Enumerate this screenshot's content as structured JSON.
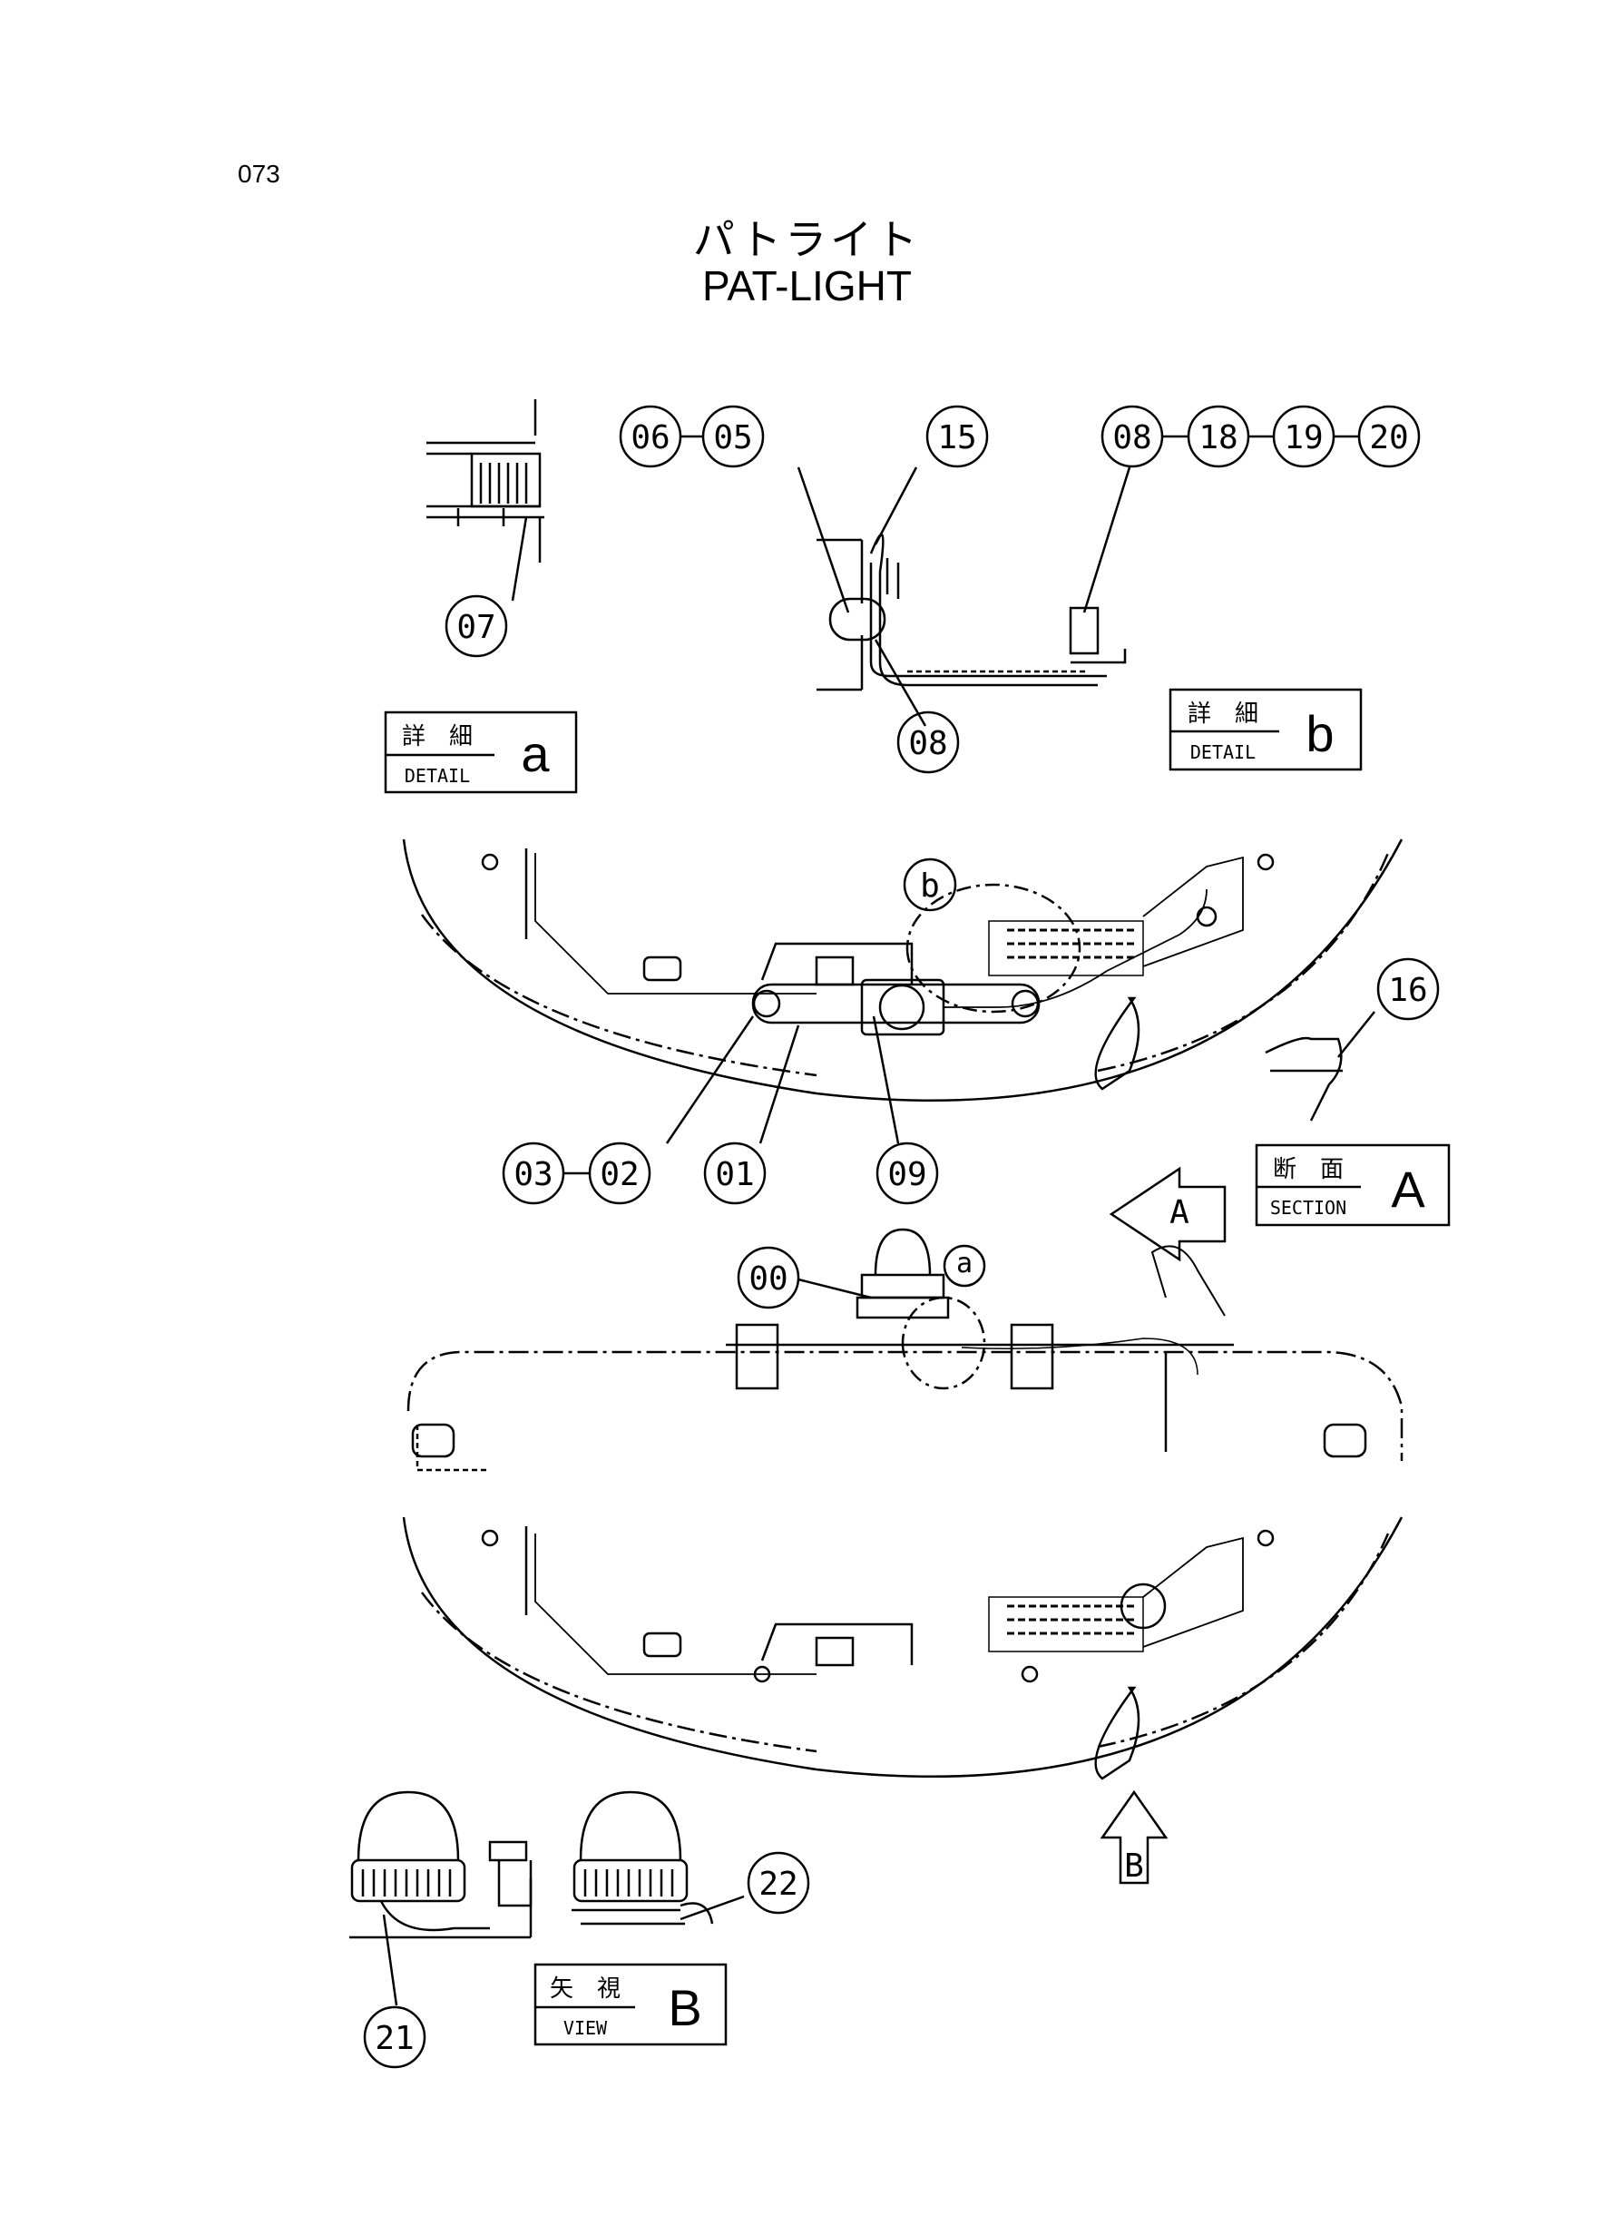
{
  "page_number": "073",
  "title": {
    "japanese": "パトライト",
    "english": "PAT-LIGHT"
  },
  "callouts": {
    "p00": "00",
    "p01": "01",
    "p02": "02",
    "p03": "03",
    "p05": "05",
    "p06": "06",
    "p07": "07",
    "p08a": "08",
    "p08b": "08",
    "p09": "09",
    "p15": "15",
    "p16": "16",
    "p18": "18",
    "p19": "19",
    "p20": "20",
    "p21": "21",
    "p22": "22"
  },
  "detail_boxes": {
    "detail_a": {
      "jp": "詳　細",
      "en": "DETAIL",
      "letter": "a"
    },
    "detail_b": {
      "jp": "詳　細",
      "en": "DETAIL",
      "letter": "b"
    },
    "section_a": {
      "jp": "断　面",
      "en": "SECTION",
      "letter": "A"
    },
    "view_b": {
      "jp": "矢　視",
      "en": "VIEW",
      "letter": "B"
    }
  },
  "reference_marks": {
    "circle_a": "a",
    "circle_b": "b",
    "arrow_a": "A",
    "arrow_b": "B"
  }
}
